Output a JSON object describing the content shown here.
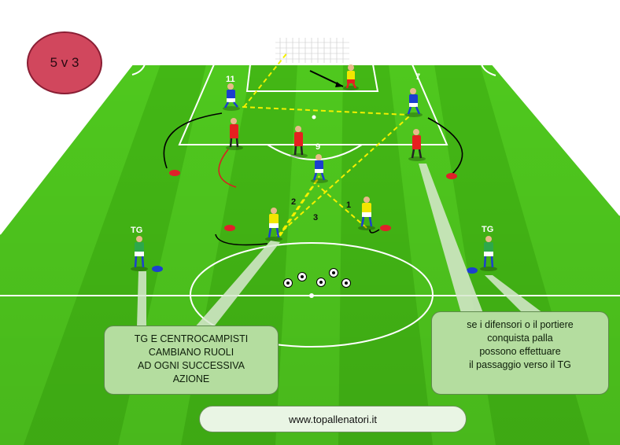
{
  "badge": {
    "text": "5 v 3"
  },
  "labels": {
    "player_11": "11",
    "player_7": "7",
    "player_9": "9",
    "tg_left": "TG",
    "tg_right": "TG",
    "seq_1": "1",
    "seq_2": "2",
    "seq_3": "3"
  },
  "notes": {
    "left": {
      "line1": "TG E CENTROCAMPISTI",
      "line2": "CAMBIANO RUOLI",
      "line3": "AD OGNI SUCCESSIVA",
      "line4": "AZIONE"
    },
    "right": {
      "line1": "se i difensori o il portiere",
      "line2": "conquista palla",
      "line3": "possono effettuare",
      "line4": "il passaggio verso il TG"
    }
  },
  "website": {
    "text": "www.topallenatori.it"
  },
  "colors": {
    "sky": "#ffffff",
    "grass_light": "#4fc81e",
    "grass_dark": "#3aa90f",
    "pitch_line": "#ffffff",
    "badge": "#d1475d",
    "note_fill": "#b4dd9f",
    "attack_kit": "#f2e600",
    "defender_kit": "#e52020",
    "blue_kit": "#1b3fcf",
    "tg_kit": "#2da84a",
    "cone_red": "#e0202a",
    "cone_blue": "#1c3fd0",
    "pass_line": "#f4f000"
  },
  "icons": [
    "goal-icon",
    "soccer-ball-icon",
    "cone-icon",
    "player-icon"
  ]
}
